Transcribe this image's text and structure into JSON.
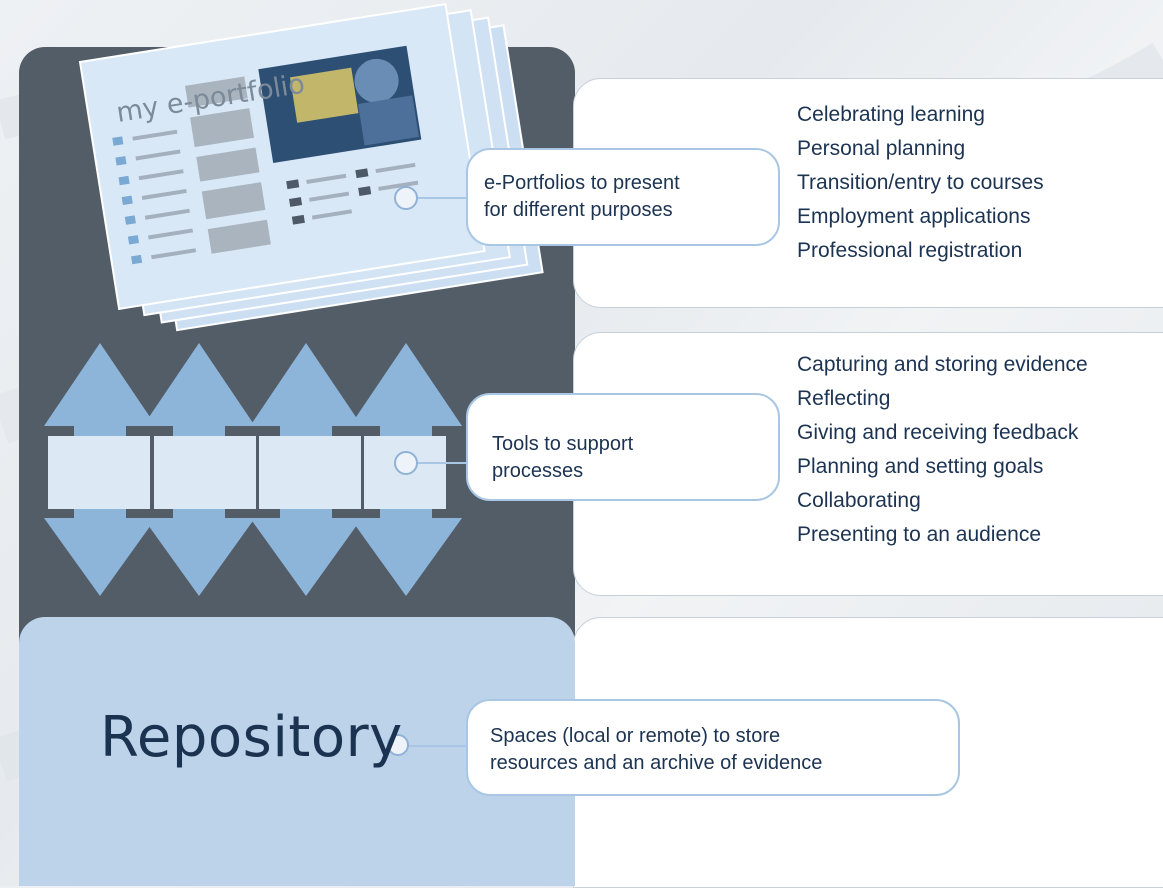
{
  "portfolio": {
    "page_title": "my e-portfolio"
  },
  "sections": {
    "present": {
      "bubble_lines": [
        "e-Portfolios to present",
        "for different purposes"
      ],
      "items": [
        "Celebrating learning",
        "Personal planning",
        "Transition/entry to courses",
        "Employment applications",
        "Professional registration"
      ]
    },
    "tools": {
      "bubble_lines": [
        "Tools to support",
        "processes"
      ],
      "items": [
        "Capturing and storing evidence",
        "Reflecting",
        "Giving and receiving feedback",
        "Planning and setting goals",
        "Collaborating",
        "Presenting to an audience"
      ]
    },
    "repository": {
      "label": "Repository",
      "bubble_lines": [
        "Spaces (local or remote) to store",
        "resources and an archive of evidence"
      ]
    }
  },
  "colors": {
    "dark_column": "#535d68",
    "repository_fill": "#bdd3ea",
    "arrow_fill": "#8db5da",
    "text": "#1c3352"
  }
}
